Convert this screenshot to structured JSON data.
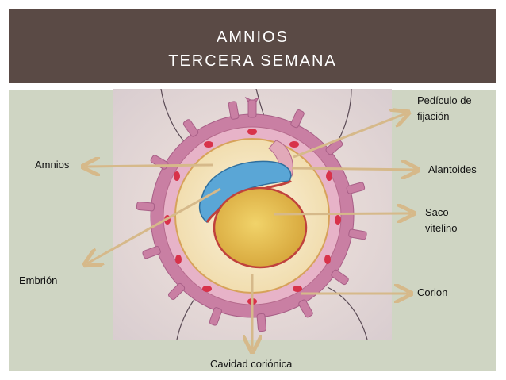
{
  "slide": {
    "title_line1": "AMNIOS",
    "title_line2": "TERCERA SEMANA"
  },
  "colors": {
    "title_bar": "#5a4a45",
    "content_bg": "#cfd5c3",
    "arrow": "#d6b98a",
    "chorion_villi": "#c97fa3",
    "amnion": "#5aa6d6",
    "yolk_sac": "#e6c24a",
    "vessel_dots": "#d8324a"
  },
  "labels": {
    "pediculo_line1": "Pedículo de",
    "pediculo_line2": "fijación",
    "amnios": "Amnios",
    "alantoides": "Alantoides",
    "saco_line1": "Saco",
    "saco_line2": "vitelino",
    "embrion": "Embrión",
    "corion": "Corion",
    "cavidad": "Cavidad coriónica"
  }
}
